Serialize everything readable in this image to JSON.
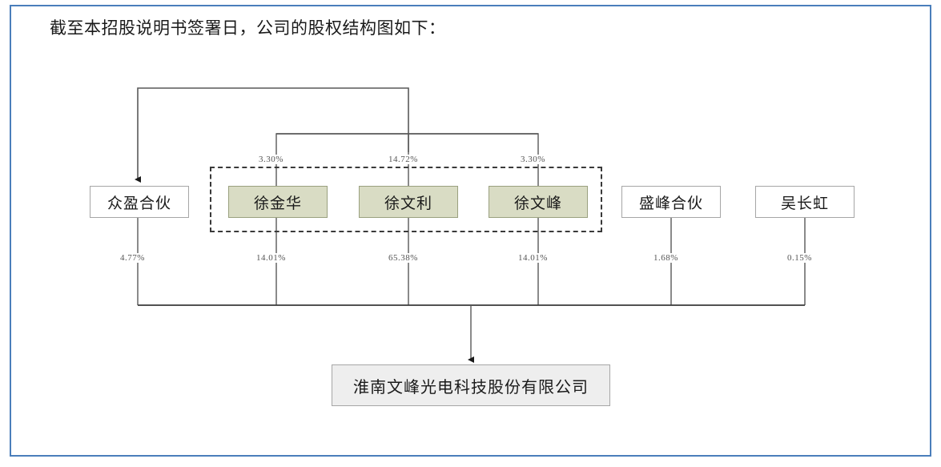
{
  "page": {
    "intro_text": "截至本招股说明书签署日，公司的股权结构图如下：",
    "border_color": "#4a7ebb"
  },
  "diagram": {
    "type": "ownership-structure-chart",
    "company": {
      "label": "淮南文峰光电科技股份有限公司",
      "fill": "#eeeeee"
    },
    "shareholders": [
      {
        "label": "众盈合伙",
        "fill": "#ffffff",
        "ownership": "4.77%"
      },
      {
        "label": "徐金华",
        "fill": "#d9dcc4",
        "ownership": "14.01%"
      },
      {
        "label": "徐文利",
        "fill": "#d9dcc4",
        "ownership": "65.38%"
      },
      {
        "label": "徐文峰",
        "fill": "#d9dcc4",
        "ownership": "14.01%"
      },
      {
        "label": "盛峰合伙",
        "fill": "#ffffff",
        "ownership": "1.68%"
      },
      {
        "label": "吴长虹",
        "fill": "#ffffff",
        "ownership": "0.15%"
      }
    ],
    "partnership_stakes": [
      {
        "holder": "徐金华",
        "target": "众盈合伙",
        "pct": "3.30%"
      },
      {
        "holder": "徐文利",
        "target": "众盈合伙",
        "pct": "14.72%"
      },
      {
        "holder": "徐文峰",
        "target": "众盈合伙",
        "pct": "3.30%"
      }
    ],
    "concert_party_group": {
      "members": [
        "徐金华",
        "徐文利",
        "徐文峰"
      ],
      "style": "dashed-border"
    }
  }
}
